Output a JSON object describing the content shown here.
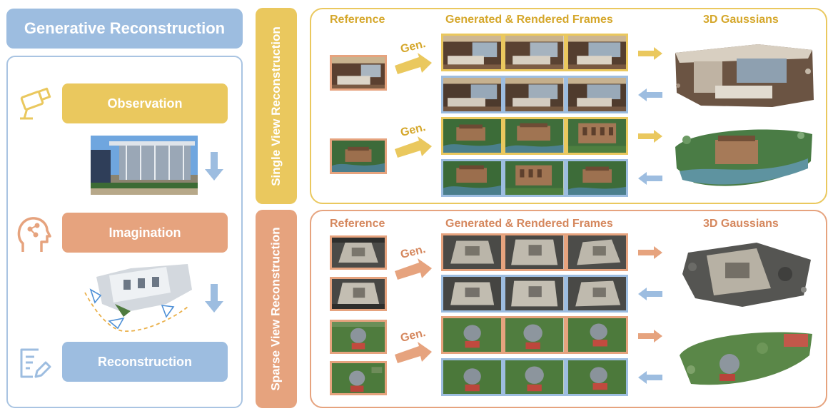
{
  "left": {
    "title": "Generative Reconstruction",
    "steps": [
      {
        "label": "Observation",
        "icon": "camera-icon"
      },
      {
        "label": "Imagination",
        "icon": "head-thinking-icon"
      },
      {
        "label": "Reconstruction",
        "icon": "document-edit-icon"
      }
    ]
  },
  "single": {
    "label": "Single View Reconstruction",
    "headers": [
      "Reference",
      "Generated & Rendered Frames",
      "3D Gaussians"
    ],
    "gen_label": "Gen."
  },
  "sparse": {
    "label": "Sparse View Reconstruction",
    "headers": [
      "Reference",
      "Generated & Rendered Frames",
      "3D Gaussians"
    ],
    "gen_label": "Gen."
  },
  "colors": {
    "yellow": "#eac85e",
    "orange": "#e6a37e",
    "blue": "#9dbde0"
  }
}
